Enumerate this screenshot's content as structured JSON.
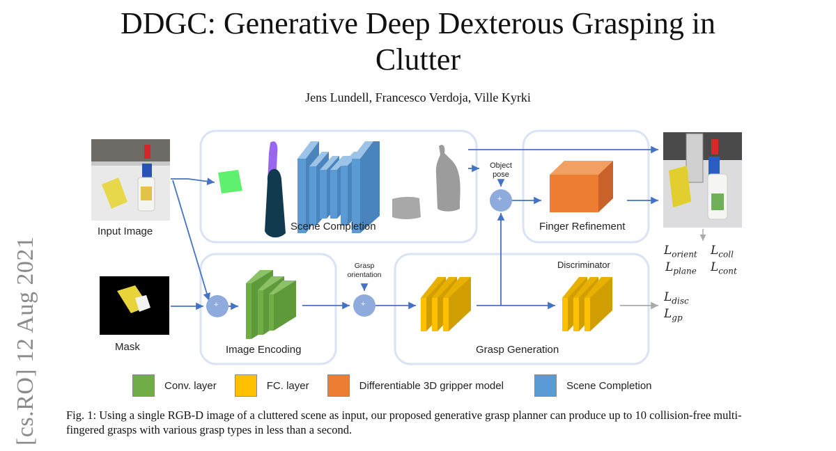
{
  "paper": {
    "title_line1": "DDGC: Generative Deep Dexterous Grasping in",
    "title_line2": "Clutter",
    "authors": "Jens Lundell, Francesco Verdoja, Ville Kyrki",
    "arxiv_stamp": "[cs.RO]  12 Aug 2021"
  },
  "figure": {
    "inputs": {
      "input_image_label": "Input Image",
      "mask_label": "Mask"
    },
    "modules": {
      "scene_completion": "Scene Completion",
      "finger_refinement": "Finger Refinement",
      "image_encoding": "Image Encoding",
      "grasp_generation": "Grasp Generation",
      "discriminator": "Discriminator"
    },
    "annotations": {
      "object_pose_1": "Object",
      "object_pose_2": "pose",
      "grasp_orientation_1": "Grasp",
      "grasp_orientation_2": "orientation",
      "plus": "+"
    },
    "losses": {
      "orient": "orient",
      "coll": "coll",
      "plane": "plane",
      "cont": "cont",
      "disc": "disc",
      "gp": "gp",
      "symbol": "L"
    },
    "legend": [
      {
        "label": "Conv. layer",
        "color": "#70ad47"
      },
      {
        "label": "FC. layer",
        "color": "#ffc000"
      },
      {
        "label": "Differentiable 3D gripper  model",
        "color": "#ed7d31"
      },
      {
        "label": "Scene Completion",
        "color": "#5b9bd5"
      }
    ],
    "colors": {
      "arrow": "#4472c4",
      "box_border": "#dae3f3",
      "node": "#8faadc",
      "loss_arrow": "#aaaaaa"
    },
    "caption": "Fig. 1: Using a single RGB-D image of a cluttered scene as input, our proposed generative grasp planner can produce up to 10 collision-free multi-fingered grasps with various grasp types in less than a second."
  }
}
